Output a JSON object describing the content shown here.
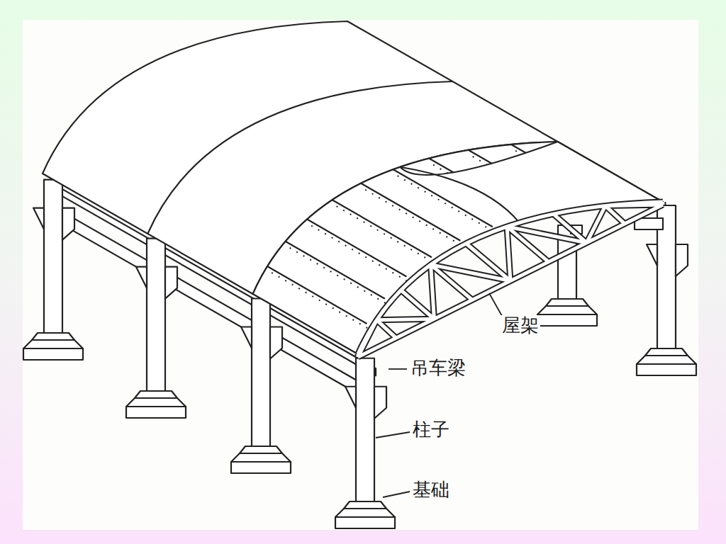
{
  "diagram": {
    "labels": [
      "屋架",
      "吊车梁",
      "柱子",
      "基础"
    ]
  }
}
